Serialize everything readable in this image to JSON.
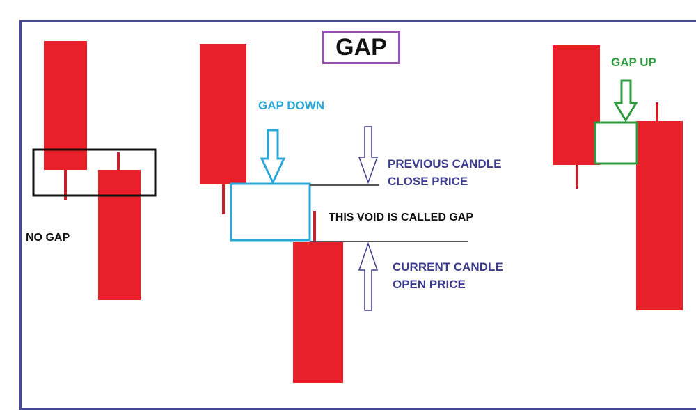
{
  "title": "GAP",
  "labels": {
    "no_gap": "NO  GAP",
    "gap_down": "GAP DOWN",
    "gap_up": "GAP UP",
    "void": "THIS VOID IS CALLED GAP",
    "prev_close_line1": "PREVIOUS CANDLE",
    "prev_close_line2": "CLOSE PRICE",
    "curr_open_line1": "CURRENT CANDLE",
    "curr_open_line2": "OPEN PRICE"
  },
  "colors": {
    "candle": "#e8202a",
    "frame": "#48489a",
    "title_border": "#9b4fb0",
    "no_gap_box": "#111111",
    "gap_down_box": "#2aa8d8",
    "gap_up_box": "#2f9a3e",
    "hollow_arrow": "#3c3c8e"
  }
}
